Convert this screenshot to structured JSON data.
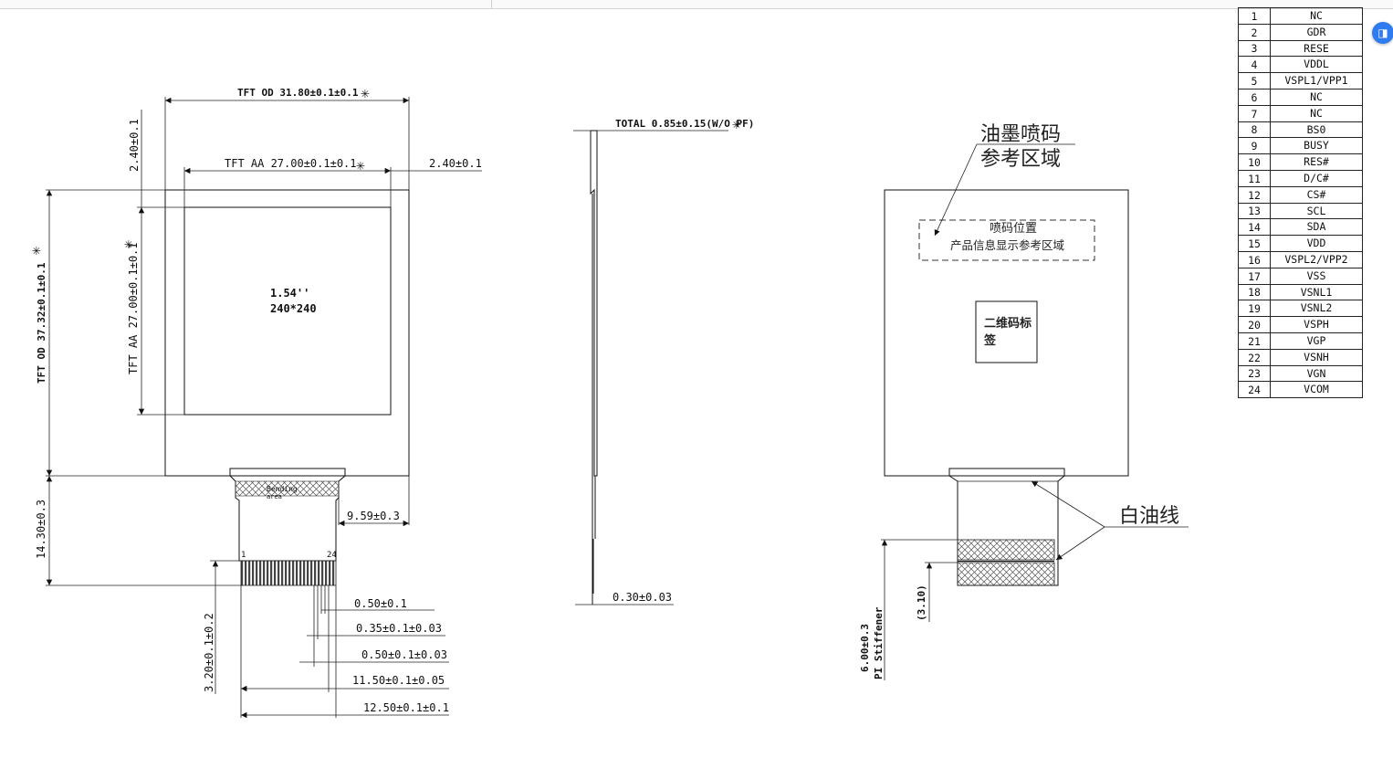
{
  "front_view": {
    "outline_dim": "TFT OD 31.80±0.1±0.1",
    "active_area_dim": "TFT AA 27.00±0.1±0.1",
    "right_margin_dim": "2.40±0.1",
    "top_margin_dim": "2.40±0.1",
    "height_dim": "TFT OD 37.32±0.1±0.1",
    "aa_height_dim": "TFT AA 27.00±0.1±0.1",
    "critical_mark": "✳",
    "display_size": "1.54''",
    "resolution": "240*240",
    "bending_label": "Bending",
    "bending_label_2": "area",
    "fpc_offset_dim": "9.59±0.3",
    "fpc_length_dim": "14.30±0.3",
    "pin_first": "1",
    "pin_last": "24",
    "pin_pitch_dim": "0.50±0.1",
    "pin_width_dim": "0.35±0.1±0.03",
    "pin_gap_dim": "0.50±0.1±0.03",
    "pin_span_dim": "11.50±0.1±0.05",
    "fpc_width_dim": "12.50±0.1±0.1",
    "finger_length_dim": "3.20±0.1±0.2"
  },
  "side_view": {
    "total_thickness_dim": "TOTAL 0.85±0.15(W/O PF)",
    "fpc_thickness_dim": "0.30±0.03"
  },
  "back_view": {
    "ink_code_title_1": "油墨喷码",
    "ink_code_title_2": "参考区域",
    "code_position": "喷码位置",
    "product_info_area": "产品信息显示参考区域",
    "qr_label_1": "二维码标",
    "qr_label_2": "签",
    "white_line_label": "白油线",
    "stiffener_length_dim": "6.00±0.3",
    "stiffener_label": "PI Stiffener",
    "stiffener_ref_dim": "(3.10)"
  },
  "pin_table": [
    {
      "no": "1",
      "name": "NC"
    },
    {
      "no": "2",
      "name": "GDR"
    },
    {
      "no": "3",
      "name": "RESE"
    },
    {
      "no": "4",
      "name": "VDDL"
    },
    {
      "no": "5",
      "name": "VSPL1/VPP1"
    },
    {
      "no": "6",
      "name": "NC"
    },
    {
      "no": "7",
      "name": "NC"
    },
    {
      "no": "8",
      "name": "BS0"
    },
    {
      "no": "9",
      "name": "BUSY"
    },
    {
      "no": "10",
      "name": "RES#"
    },
    {
      "no": "11",
      "name": "D/C#"
    },
    {
      "no": "12",
      "name": "CS#"
    },
    {
      "no": "13",
      "name": "SCL"
    },
    {
      "no": "14",
      "name": "SDA"
    },
    {
      "no": "15",
      "name": "VDD"
    },
    {
      "no": "16",
      "name": "VSPL2/VPP2"
    },
    {
      "no": "17",
      "name": "VSS"
    },
    {
      "no": "18",
      "name": "VSNL1"
    },
    {
      "no": "19",
      "name": "VSNL2"
    },
    {
      "no": "20",
      "name": "VSPH"
    },
    {
      "no": "21",
      "name": "VGP"
    },
    {
      "no": "22",
      "name": "VSNH"
    },
    {
      "no": "23",
      "name": "VGN"
    },
    {
      "no": "24",
      "name": "VCOM"
    }
  ],
  "side_button_icon": "translate-icon"
}
